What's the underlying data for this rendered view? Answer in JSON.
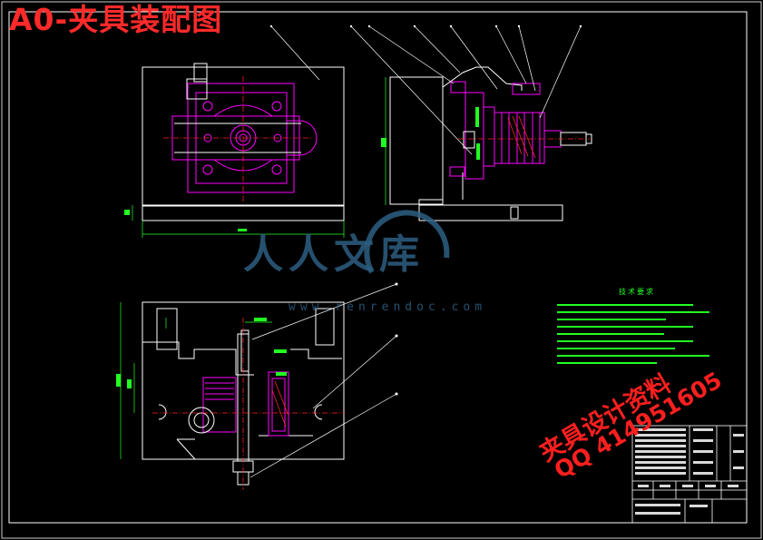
{
  "title": "A0-夹具装配图",
  "watermark": {
    "name": "人人文库",
    "url": "www.renrendoc.com"
  },
  "promo": {
    "line1": "夹具设计资料",
    "line2": "QQ 414951605"
  },
  "technical_requirements": {
    "heading": "技术要求"
  },
  "colors": {
    "background": "#000000",
    "outline": "#ffffff",
    "part_magenta": "#ff00ff",
    "center_red": "#ff2020",
    "dimension_green": "#22ff22",
    "leader_white": "#ffffff",
    "watermark_blue": "#2d5f82",
    "title_red": "#ff2a2a"
  }
}
